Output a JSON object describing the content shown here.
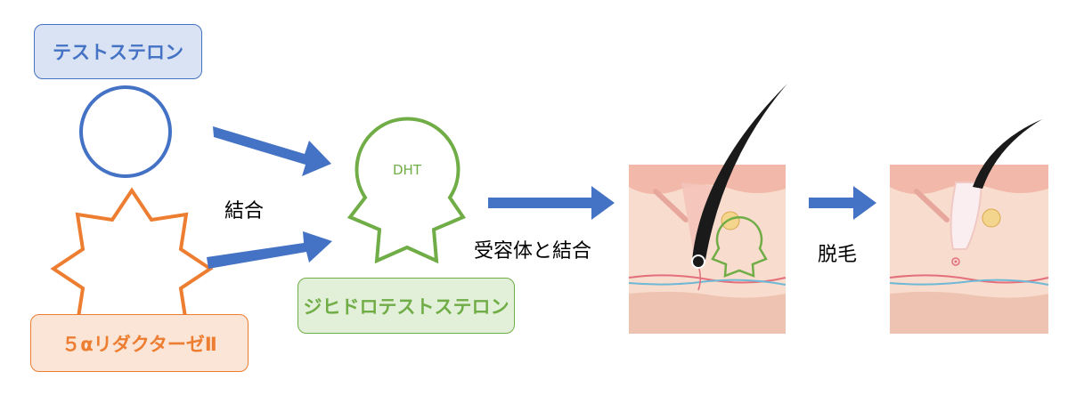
{
  "labels": {
    "testosterone": "テストステロン",
    "dihydrotestosterone": "ジヒドロテストステロン",
    "reductase": "５αリダクターゼⅡ",
    "binding": "結合",
    "receptor_binding": "受容体と結合",
    "hair_loss": "脱毛",
    "dht": "DHT"
  },
  "colors": {
    "blue": "#4472c4",
    "green": "#70ad47",
    "orange": "#ed7d31",
    "arrow": "#4472c4",
    "skin": "#f5d3c3",
    "hair": "#1a1a1a"
  }
}
